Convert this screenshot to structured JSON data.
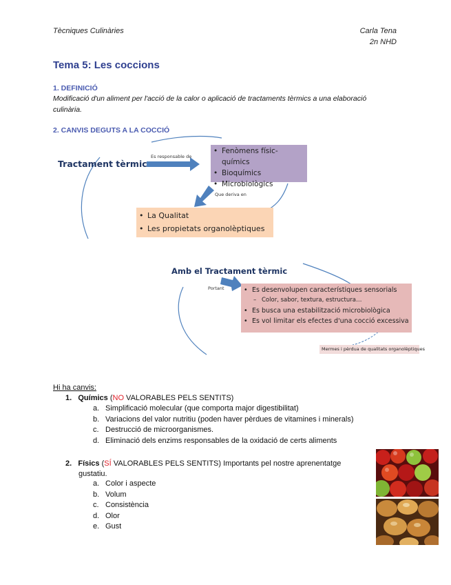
{
  "header": {
    "left": "Tècniques Culinàries",
    "right_line1": "Carla Tena",
    "right_line2": "2n NHD"
  },
  "title": "Tema 5: Les coccions",
  "section1": {
    "heading": "1. DEFINICIÓ",
    "text": "Modificació d'un aliment per l'acció de la calor o aplicació de tractaments tèrmics a una elaboració culinària."
  },
  "section2": {
    "heading": "2. CANVIS DEGUTS A LA COCCIÓ"
  },
  "diagram1": {
    "title": "Tractament tèrmic",
    "arrow_label": "Es responsable de",
    "down_arrow_label": "Que deriva en",
    "purple_box": [
      "Fenòmens físic-químics",
      "Bioquímics",
      "Microbiològics"
    ],
    "orange_box": [
      "La Qualitat",
      "Les propietats organolèptiques"
    ],
    "colors": {
      "purple": "#b3a2c7",
      "orange": "#fbd5b5",
      "arrow": "#4f81bd"
    }
  },
  "diagram2": {
    "title": "Amb el Tractament tèrmic",
    "arrow_label": "Portant",
    "pink_box": {
      "item1": "Es desenvolupen característiques sensorials",
      "sub1": "Color, sabor, textura, estructura…",
      "item2": "Es busca una estabilització microbiològica",
      "item3": "Es vol limitar els efectes d'una cocció excessiva"
    },
    "note": "Mermes i pèrdua de qualitats organolèptiques",
    "colors": {
      "pink": "#e6b9b8"
    }
  },
  "changes": {
    "intro": "Hi ha canvis:",
    "chemical": {
      "number": "1.",
      "name": "Químics",
      "paren_open": " (",
      "highlight": "NO",
      "paren_rest": " VALORABLES PELS SENTITS)",
      "items": [
        {
          "letter": "a.",
          "text": "Simplificació molecular (que comporta major digestibilitat)"
        },
        {
          "letter": "b.",
          "text": "Variacions del valor nutritiu (poden haver pèrdues de vitamines i minerals)"
        },
        {
          "letter": "c.",
          "text": "Destrucció de microorganismes."
        },
        {
          "letter": "d.",
          "text": "Eliminació dels enzims responsables de la oxidació de certs aliments"
        }
      ]
    },
    "physical": {
      "number": "2.",
      "name": "Físics",
      "paren_open": " (",
      "highlight": "SÍ",
      "paren_rest": " VALORABLES PELS SENTITS) Importants pel nostre aprenentatge",
      "continuation": "gustatiu.",
      "items": [
        {
          "letter": "a.",
          "text": "Color i aspecte"
        },
        {
          "letter": "b.",
          "text": "Volum"
        },
        {
          "letter": "c.",
          "text": "Consistència"
        },
        {
          "letter": "d.",
          "text": "Olor"
        },
        {
          "letter": "e.",
          "text": "Gust"
        }
      ]
    }
  },
  "images": {
    "top": "apples-photo",
    "bottom": "baked-apples-photo"
  }
}
